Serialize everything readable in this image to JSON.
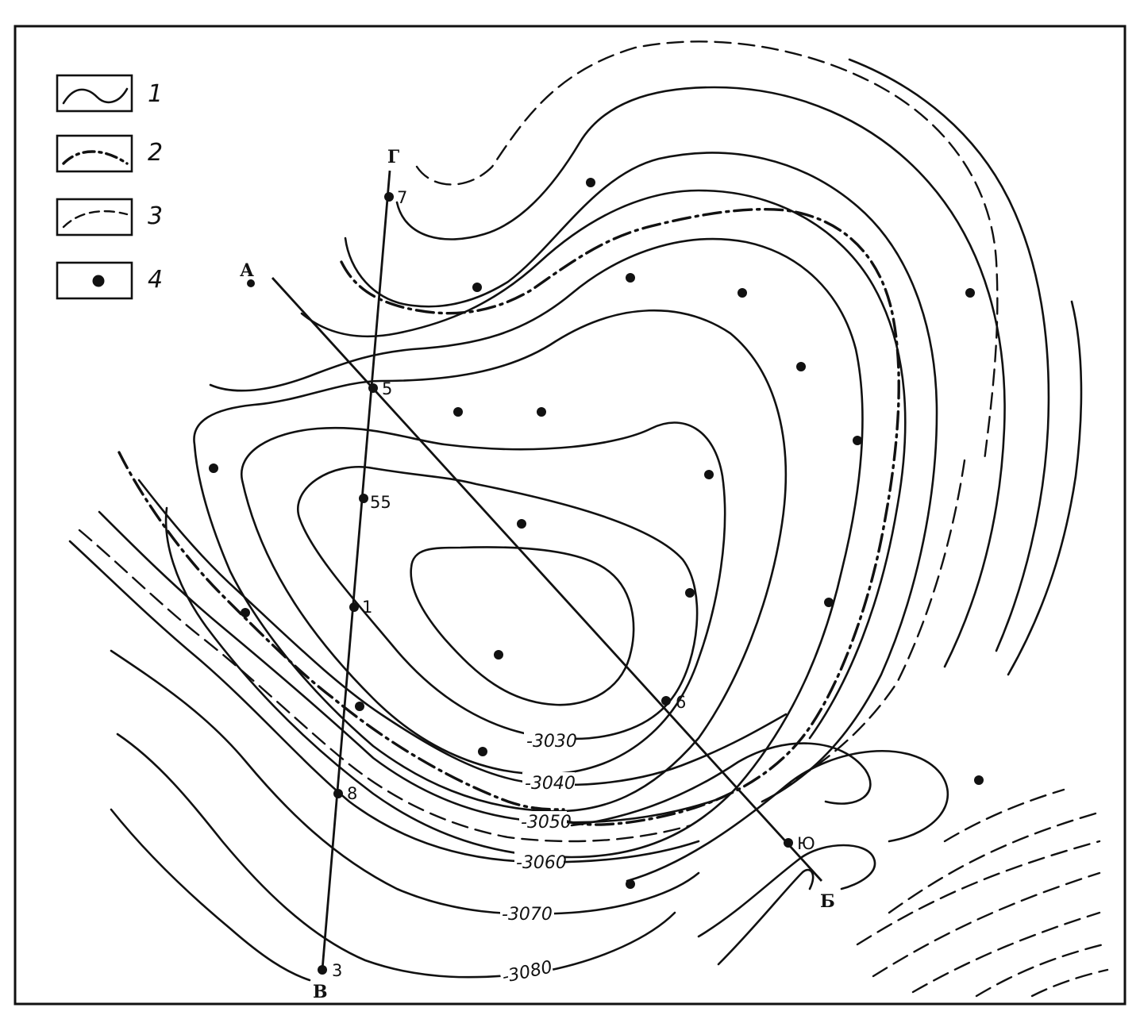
{
  "legend": [
    {
      "number": "1",
      "symbol": "solid-line"
    },
    {
      "number": "2",
      "symbol": "dash-dot-line"
    },
    {
      "number": "3",
      "symbol": "dashed-line"
    },
    {
      "number": "4",
      "symbol": "well-dot"
    }
  ],
  "contour_labels": {
    "c3030": "-3030",
    "c3040": "-3040",
    "c3050": "-3050",
    "c3060": "-3060",
    "c3070": "-3070",
    "c3080": "-3080"
  },
  "profile_labels": {
    "a": "А",
    "b": "Б",
    "v": "В",
    "g": "Г"
  },
  "well_labels": {
    "w7": "7",
    "w5": "5",
    "w55": "55",
    "w1": "1",
    "w6": "6",
    "w8": "8",
    "w10": "Ю",
    "w3": "3"
  },
  "colors": {
    "ink": "#111111",
    "paper": "#ffffff"
  }
}
